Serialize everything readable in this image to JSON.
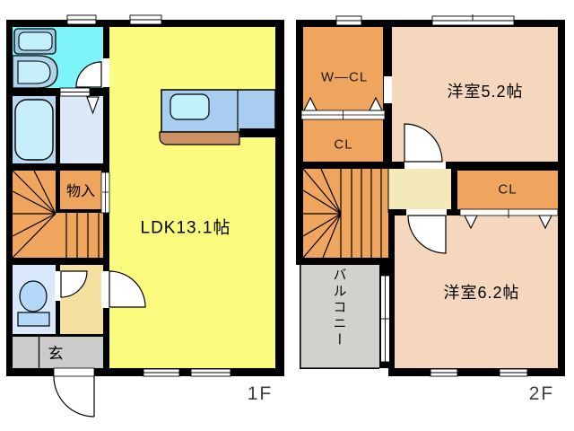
{
  "palette": {
    "wall": "#000000",
    "ldk_yellow": "#FBFB7E",
    "closet_orange": "#EFA55E",
    "bedroom_peach": "#F4D7BD",
    "washroom_cyan": "#7DF5F8",
    "bath_blue": "#B9D9F2",
    "changing_blue": "#DCE9F8",
    "toilet_blue": "#D9E9FB",
    "hall_beige": "#F4E0A1",
    "hall2_cream": "#F6E9B9",
    "entrance_gray": "#CBCBCB",
    "balcony_gray": "#D3D1CE",
    "counter_blue": "#A9CDF1",
    "counter_brown": "#CD9166",
    "sink_cyan": "#C2F0FB",
    "fixture_blue": "#B4D8F8"
  },
  "floor1": {
    "label": "1F",
    "ldk": "LDK13.1帖",
    "storage": "物入",
    "entrance": "玄"
  },
  "floor2": {
    "label": "2F",
    "walk_in_closet": "W―CL",
    "closet_upper": "CL",
    "closet_lower": "CL",
    "bedroom_upper": "洋室5.2帖",
    "bedroom_lower": "洋室6.2帖",
    "balcony": "バルコニー"
  }
}
